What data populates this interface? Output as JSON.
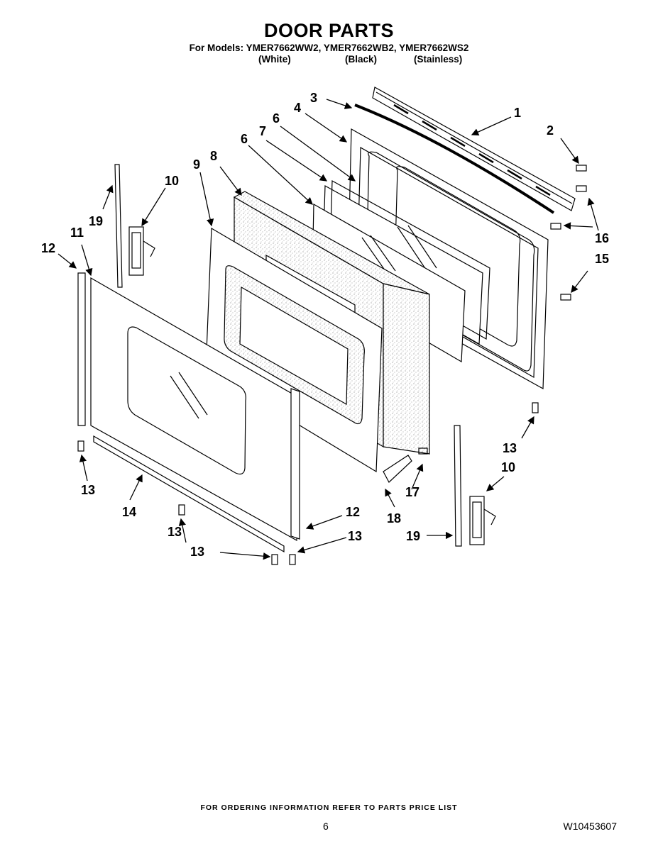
{
  "header": {
    "title": "DOOR PARTS",
    "models_line": "For Models: YMER7662WW2, YMER7662WB2, YMER7662WS2",
    "variants": [
      "(White)",
      "(Black)",
      "(Stainless)"
    ]
  },
  "callouts": [
    "1",
    "2",
    "3",
    "4",
    "6",
    "7",
    "6",
    "8",
    "9",
    "10",
    "19",
    "11",
    "12",
    "16",
    "15",
    "13",
    "13",
    "14",
    "12",
    "13",
    "13",
    "17",
    "18",
    "10",
    "19",
    "13"
  ],
  "footer": {
    "note": "FOR ORDERING INFORMATION REFER TO PARTS PRICE LIST",
    "page_number": "6",
    "doc_number": "W10453607"
  }
}
